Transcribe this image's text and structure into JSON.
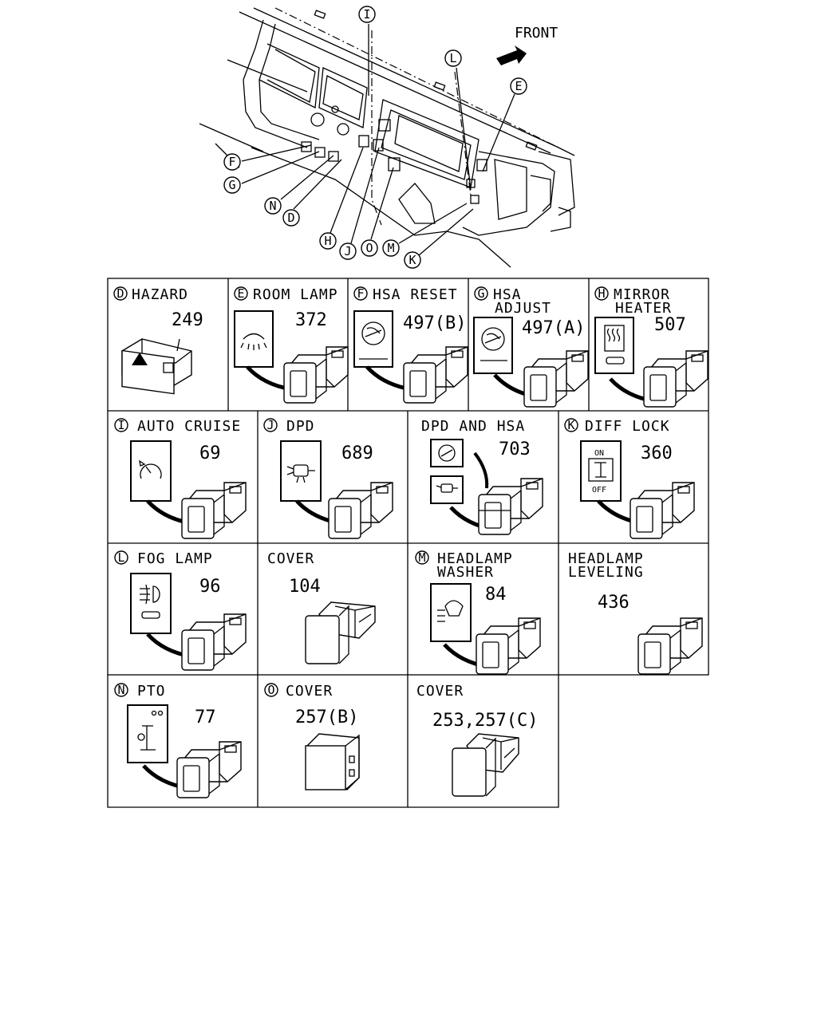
{
  "front_label": "FRONT",
  "callouts": [
    "I",
    "L",
    "E",
    "F",
    "G",
    "N",
    "D",
    "H",
    "J",
    "O",
    "M",
    "K"
  ],
  "cells": [
    {
      "id": "D",
      "letter": "D",
      "title": [
        "HAZARD"
      ],
      "part": "249"
    },
    {
      "id": "E",
      "letter": "E",
      "title": [
        "ROOM LAMP"
      ],
      "part": "372"
    },
    {
      "id": "F",
      "letter": "F",
      "title": [
        "HSA RESET"
      ],
      "part": "497(B)"
    },
    {
      "id": "G",
      "letter": "G",
      "title": [
        "HSA",
        "ADJUST"
      ],
      "part": "497(A)"
    },
    {
      "id": "H",
      "letter": "H",
      "title": [
        "MIRROR",
        "HEATER"
      ],
      "part": "507"
    },
    {
      "id": "I",
      "letter": "I",
      "title": [
        "AUTO CRUISE"
      ],
      "part": "69"
    },
    {
      "id": "J",
      "letter": "J",
      "title": [
        "DPD"
      ],
      "part": "689"
    },
    {
      "id": "DPDHSA",
      "letter": "",
      "title": [
        "DPD AND HSA"
      ],
      "part": "703"
    },
    {
      "id": "K",
      "letter": "K",
      "title": [
        "DIFF LOCK"
      ],
      "part": "360",
      "switch_on": "ON",
      "switch_off": "OFF"
    },
    {
      "id": "L",
      "letter": "L",
      "title": [
        "FOG LAMP"
      ],
      "part": "96"
    },
    {
      "id": "COVER1",
      "letter": "",
      "title": [
        "COVER"
      ],
      "part": "104"
    },
    {
      "id": "M",
      "letter": "M",
      "title": [
        "HEADLAMP",
        "WASHER"
      ],
      "part": "84"
    },
    {
      "id": "LEV",
      "letter": "",
      "title": [
        "HEADLAMP",
        "LEVELING"
      ],
      "part": "436"
    },
    {
      "id": "N",
      "letter": "N",
      "title": [
        "PTO"
      ],
      "part": "77"
    },
    {
      "id": "O",
      "letter": "O",
      "title": [
        "COVER"
      ],
      "part": "257(B)"
    },
    {
      "id": "COVER2",
      "letter": "",
      "title": [
        "COVER"
      ],
      "part": "253,257(C)"
    }
  ]
}
